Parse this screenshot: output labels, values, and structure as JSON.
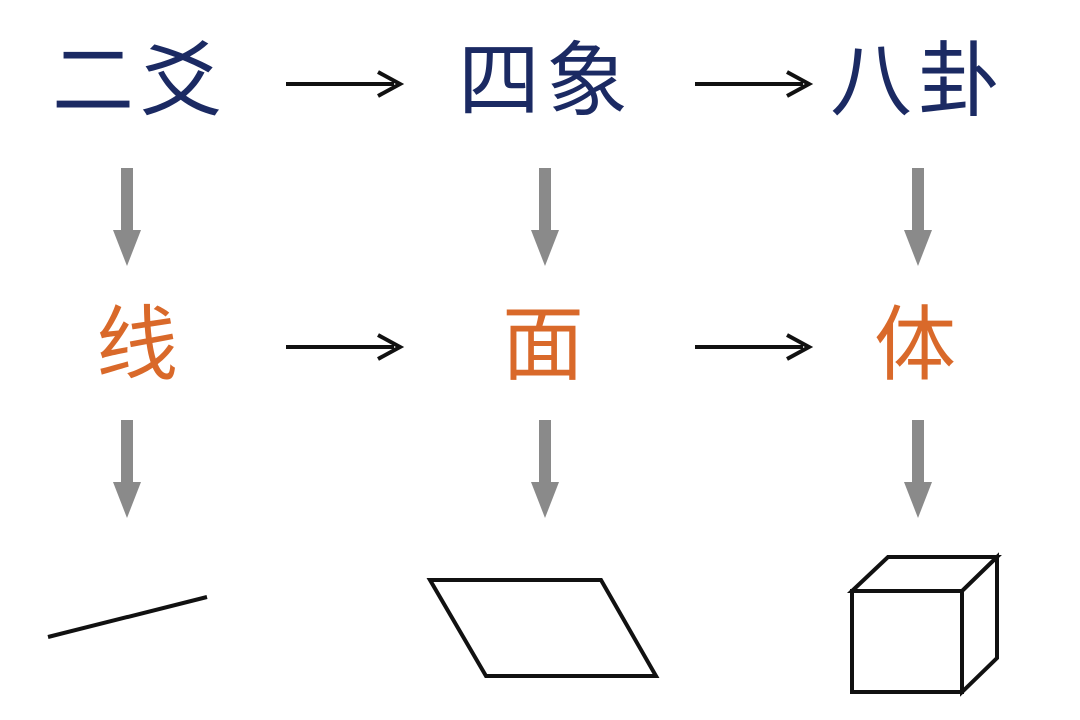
{
  "diagram": {
    "top_row": [
      "二爻",
      "四象",
      "八卦"
    ],
    "middle_row": [
      "线",
      "面",
      "体"
    ],
    "bottom_row_shapes": [
      "line-segment-shape",
      "parallelogram-shape",
      "cube-shape"
    ]
  },
  "colors": {
    "top_text": "#1b2a63",
    "middle_text": "#d9692a",
    "horizontal_arrow": "#111111",
    "vertical_arrow": "#8a8a8a",
    "shape_stroke": "#111111"
  }
}
